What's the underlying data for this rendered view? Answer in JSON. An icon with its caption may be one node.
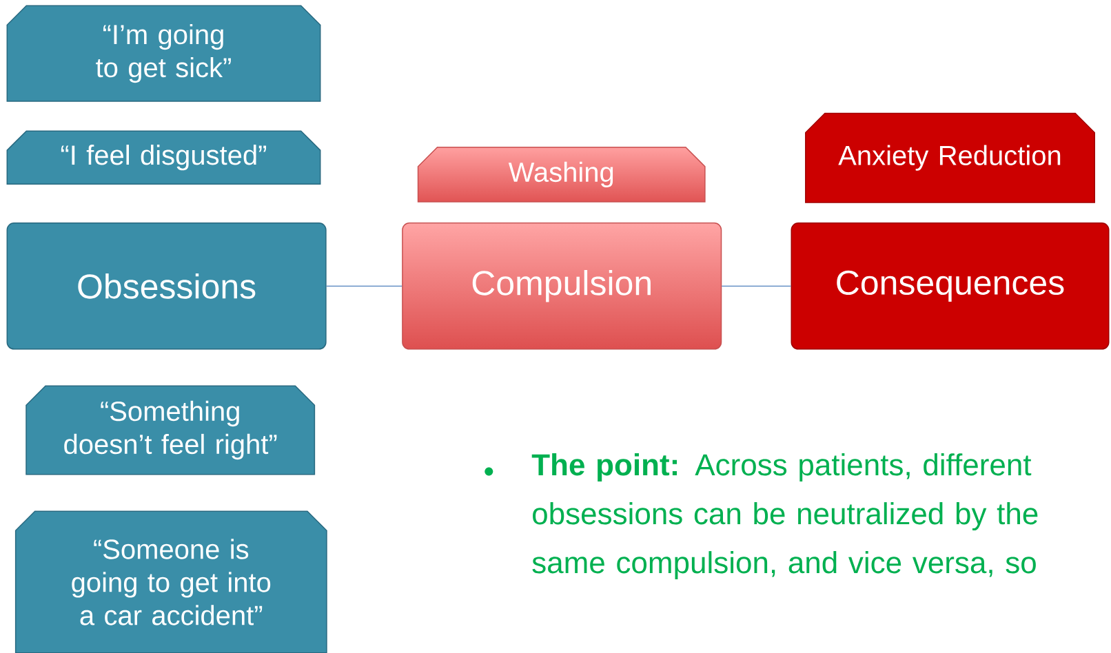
{
  "diagram": {
    "nodes": [
      {
        "text": [
          "“I’m going to get sick”"
        ]
      },
      {
        "text": [
          "“I feel disgusted”"
        ]
      },
      {
        "text": [
          "Obsessions"
        ]
      },
      {
        "text": [
          "“Something doesn’t feel right”"
        ]
      },
      {
        "text": [
          "“Someone is going to get into a car accident”"
        ]
      },
      {
        "text": [
          "Washing"
        ]
      },
      {
        "text": [
          "Compulsion"
        ]
      },
      {
        "text": [
          "Anxiety Reduction"
        ]
      },
      {
        "text": [
          "Consequences"
        ]
      }
    ],
    "edges": [
      {
        "from": 2,
        "to": 6,
        "arrow": "none"
      },
      {
        "from": 6,
        "to": 8,
        "arrow": "none"
      }
    ],
    "labels": [
      "**The point:**  Across patients, different obsessions can be neutralized by the same compulsion, and vice versa, so"
    ]
  }
}
